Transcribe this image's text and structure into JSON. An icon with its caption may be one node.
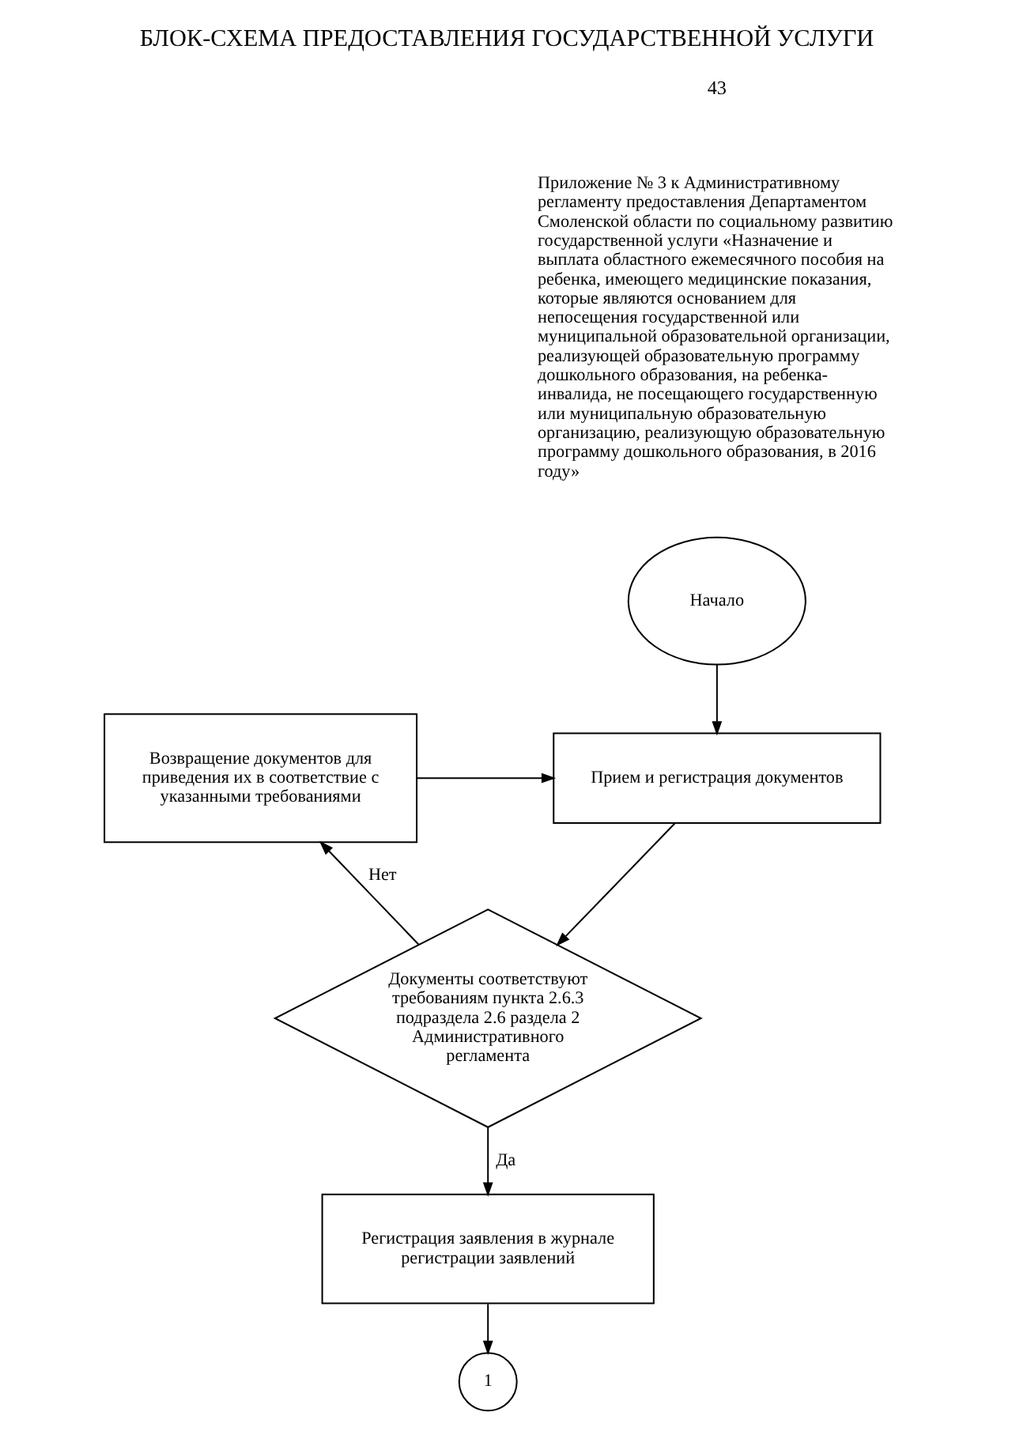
{
  "diagram": {
    "title": "БЛОК-СХЕМА ПРЕДОСТАВЛЕНИЯ ГОСУДАРСТВЕННОЙ УСЛУГИ",
    "nodes": [
      {
        "text": [
          "Начало"
        ]
      },
      {
        "text": [
          "Прием и регистрация документов"
        ]
      },
      {
        "text": [
          "Документы соответствуют требованиям пункта 2.6.3 подраздела 2.6 раздела 2 Административного регламента"
        ]
      },
      {
        "text": [
          "Регистрация заявления в журнале регистрации заявлений"
        ]
      },
      {
        "text": [
          "1"
        ]
      },
      {
        "text": [
          "Возвращение документов для приведения их в соответствие с указанными требованиями"
        ]
      }
    ],
    "edges": [
      {
        "from": 0,
        "to": 1,
        "arrow": "to"
      },
      {
        "from": 1,
        "to": 2,
        "arrow": "to"
      },
      {
        "from": 2,
        "to": 3,
        "arrow": "to",
        "label": "Да"
      },
      {
        "from": 3,
        "to": 4,
        "arrow": "to"
      },
      {
        "from": 2,
        "to": 5,
        "arrow": "to",
        "label": "Нет"
      },
      {
        "from": 5,
        "to": 1,
        "arrow": "to"
      }
    ],
    "labels": [
      "43",
      "Приложение № 3 к Административному регламенту предоставления Департаментом Смоленской области по социальному развитию государственной услуги «Назначение и выплата областного ежемесячного пособия на ребенка, имеющего медицинские показания, которые являются основанием для непосещения государственной или муниципальной образовательной организации, реализующей образовательную программу дошкольного образования, на ребенка-инвалида, не посещающего государственную или муниципальную образовательную организацию, реализующую образовательную программу дошкольного образования, в 2016 году»"
    ]
  }
}
